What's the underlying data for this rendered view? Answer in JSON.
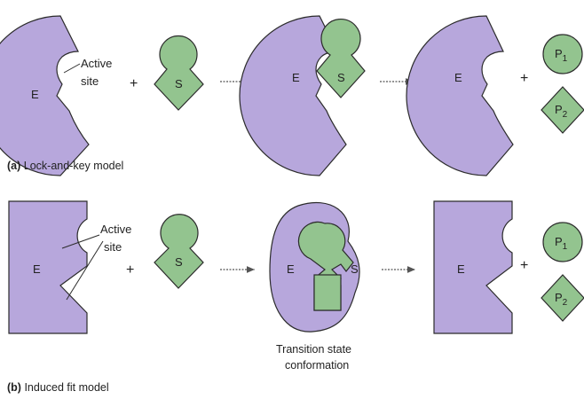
{
  "colors": {
    "enzyme": "#b7a7dc",
    "substrate": "#93c48f",
    "outline": "#2b2b2b",
    "arrow": "#555555"
  },
  "labels": {
    "enzyme": "E",
    "substrate": "S",
    "product1": "P",
    "product1_sub": "1",
    "product2": "P",
    "product2_sub": "2",
    "plus": "+",
    "active_site_line1": "Active",
    "active_site_line2": "site",
    "transition_line1": "Transition state",
    "transition_line2": "conformation"
  },
  "panel_a": {
    "tag": "(a)",
    "caption": "Lock-and-key model"
  },
  "panel_b": {
    "tag": "(b)",
    "caption": "Induced fit model"
  }
}
